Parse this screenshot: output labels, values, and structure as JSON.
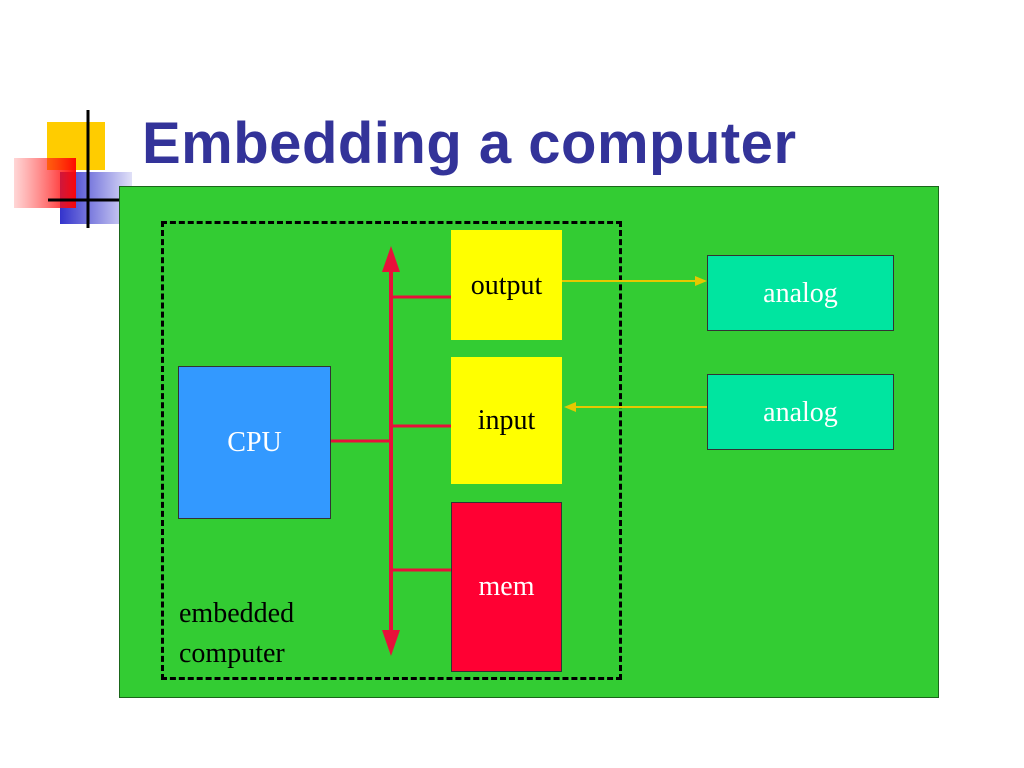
{
  "slide": {
    "title": "Embedding a computer"
  },
  "diagram": {
    "cpu_label": "CPU",
    "output_label": "output",
    "input_label": "input",
    "mem_label": "mem",
    "analog_top_label": "analog",
    "analog_bottom_label": "analog",
    "embedded_line1": "embedded",
    "embedded_line2": "computer"
  },
  "colors": {
    "title": "#333399",
    "board": "#33cc33",
    "cpu": "#3399ff",
    "io": "#ffff00",
    "mem": "#ff0033",
    "analog": "#00e5a0",
    "bus": "#e8103a",
    "signal": "#e6c800"
  }
}
